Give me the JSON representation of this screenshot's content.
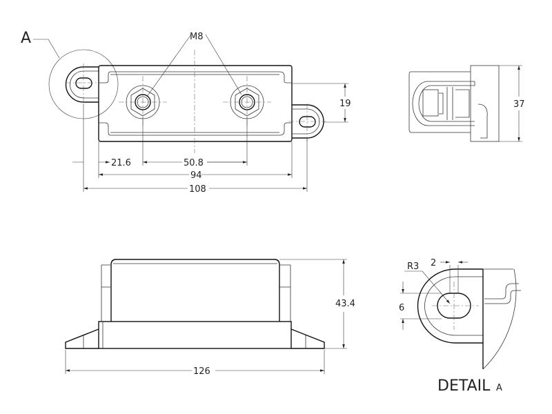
{
  "drawing": {
    "detail_callout": "A",
    "thread_callout": "M8",
    "top_view": {
      "dim_hole_offset": "21.6",
      "dim_stud_spacing": "50.8",
      "dim_body_length": "94",
      "dim_hole_spacing": "108",
      "dim_tab_offset": "19"
    },
    "side_view": {
      "dim_width": "37"
    },
    "front_view": {
      "dim_height": "43.4",
      "dim_overall_length": "126"
    },
    "detail_view": {
      "title": "DETAIL",
      "label": "A",
      "dim_radius": "R3",
      "dim_slot_extra": "2",
      "dim_slot_width": "6"
    },
    "colors": {
      "line": "#111111",
      "background": "#ffffff"
    }
  }
}
